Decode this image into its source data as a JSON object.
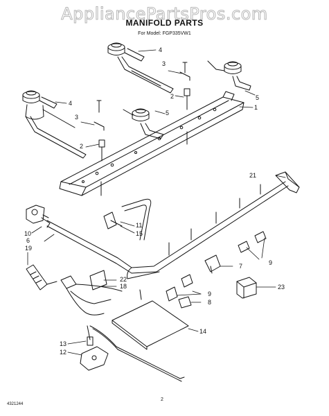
{
  "watermark": "AppliancePartsPros.com",
  "header": {
    "title": "MANIFOLD PARTS",
    "model": "For Model: FGP335VW1"
  },
  "callouts": {
    "c1": "1",
    "c2a": "2",
    "c2b": "2",
    "c3a": "3",
    "c3b": "3",
    "c4a": "4",
    "c4b": "4",
    "c5a": "5",
    "c5b": "5",
    "c6": "6",
    "c7": "7",
    "c8": "8",
    "c9a": "9",
    "c9b": "9",
    "c10": "10",
    "c11": "11",
    "c12": "12",
    "c13": "13",
    "c14": "14",
    "c15": "15",
    "c18": "18",
    "c19": "19",
    "c21": "21",
    "c22": "22",
    "c23": "23"
  },
  "footer": {
    "code": "4321244",
    "page": "2"
  }
}
